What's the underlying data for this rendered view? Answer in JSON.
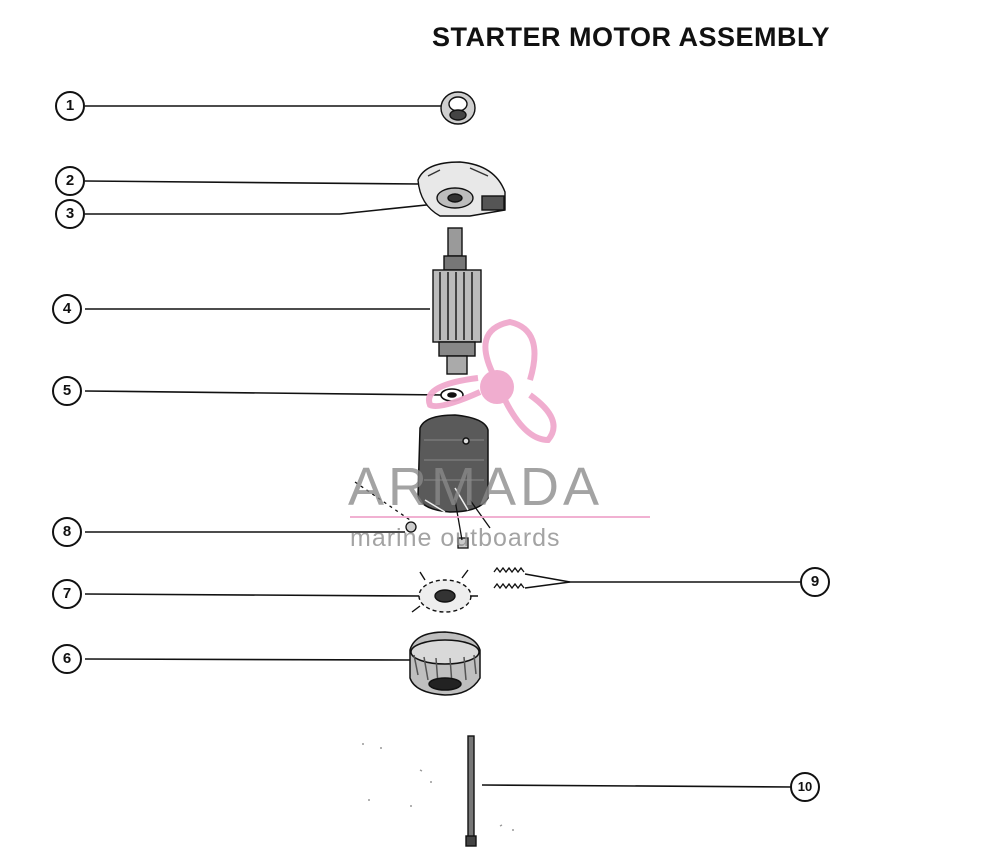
{
  "title": "STARTER MOTOR ASSEMBLY",
  "callouts": [
    "1",
    "2",
    "3",
    "4",
    "5",
    "8",
    "7",
    "6",
    "9",
    "10"
  ],
  "watermark": {
    "brand": "ARMADA",
    "tagline": "marine outboards",
    "color_pink": "#f0a9cd",
    "color_gray": "#8a8a8a"
  }
}
